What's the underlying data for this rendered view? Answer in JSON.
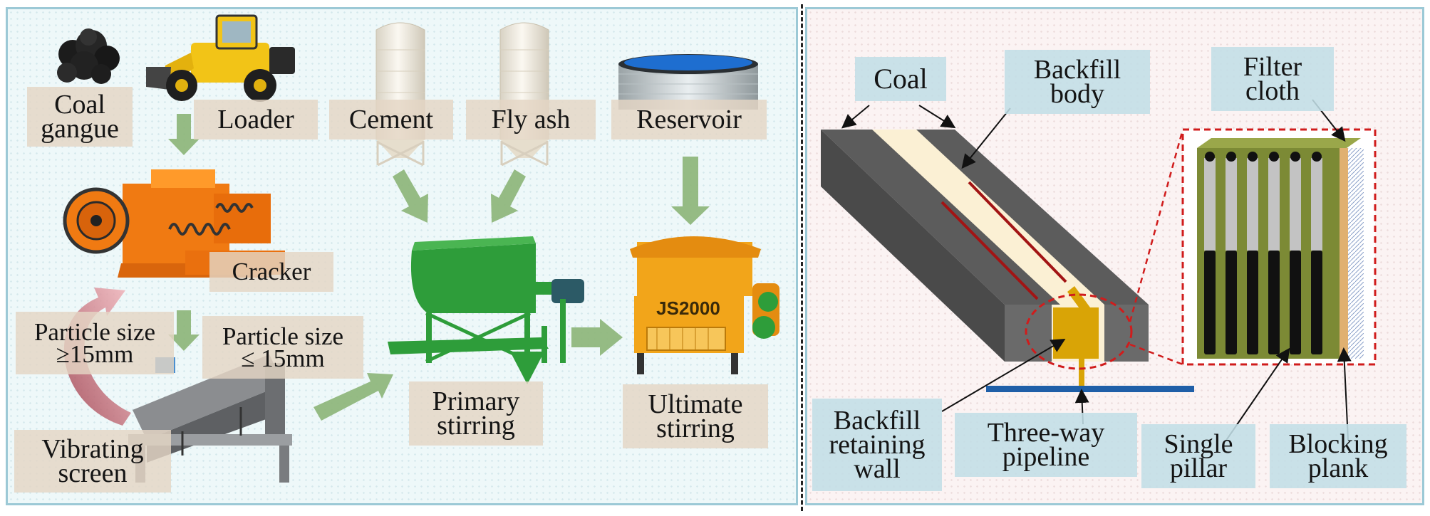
{
  "process_flow": {
    "coal_gangue": "Coal\ngangue",
    "loader": "Loader",
    "cement": "Cement",
    "fly_ash": "Fly ash",
    "reservoir": "Reservoir",
    "cracker": "Cracker",
    "size_large": "Particle size\n≥15mm",
    "size_small": "Particle size\n≤ 15mm",
    "vibrating_screen": "Vibrating\nscreen",
    "primary_stirring": "Primary\nstirring",
    "ultimate_stirring": "Ultimate\nstirring",
    "mixer_brand": "JS2000"
  },
  "backfill_structure": {
    "coal": "Coal",
    "backfill_body": "Backfill\nbody",
    "filter_cloth": "Filter\ncloth",
    "retaining_wall": "Backfill\nretaining\nwall",
    "three_way_pipeline": "Three-way\npipeline",
    "single_pillar": "Single\npillar",
    "blocking_plank": "Blocking\nplank"
  },
  "colors": {
    "arrow_green": "#8db57a",
    "machine_orange": "#f07a12",
    "mixer_green": "#2e9d3a",
    "mixer_yellow": "#f2a51a",
    "coal_gray": "#5c5c5c",
    "backfill_cream": "#fbf0d4",
    "pipe_gold": "#d9a406",
    "plank_olive": "#7c8a35",
    "highlight_red": "#d01c1c",
    "panel_border": "#9cc9d6"
  }
}
